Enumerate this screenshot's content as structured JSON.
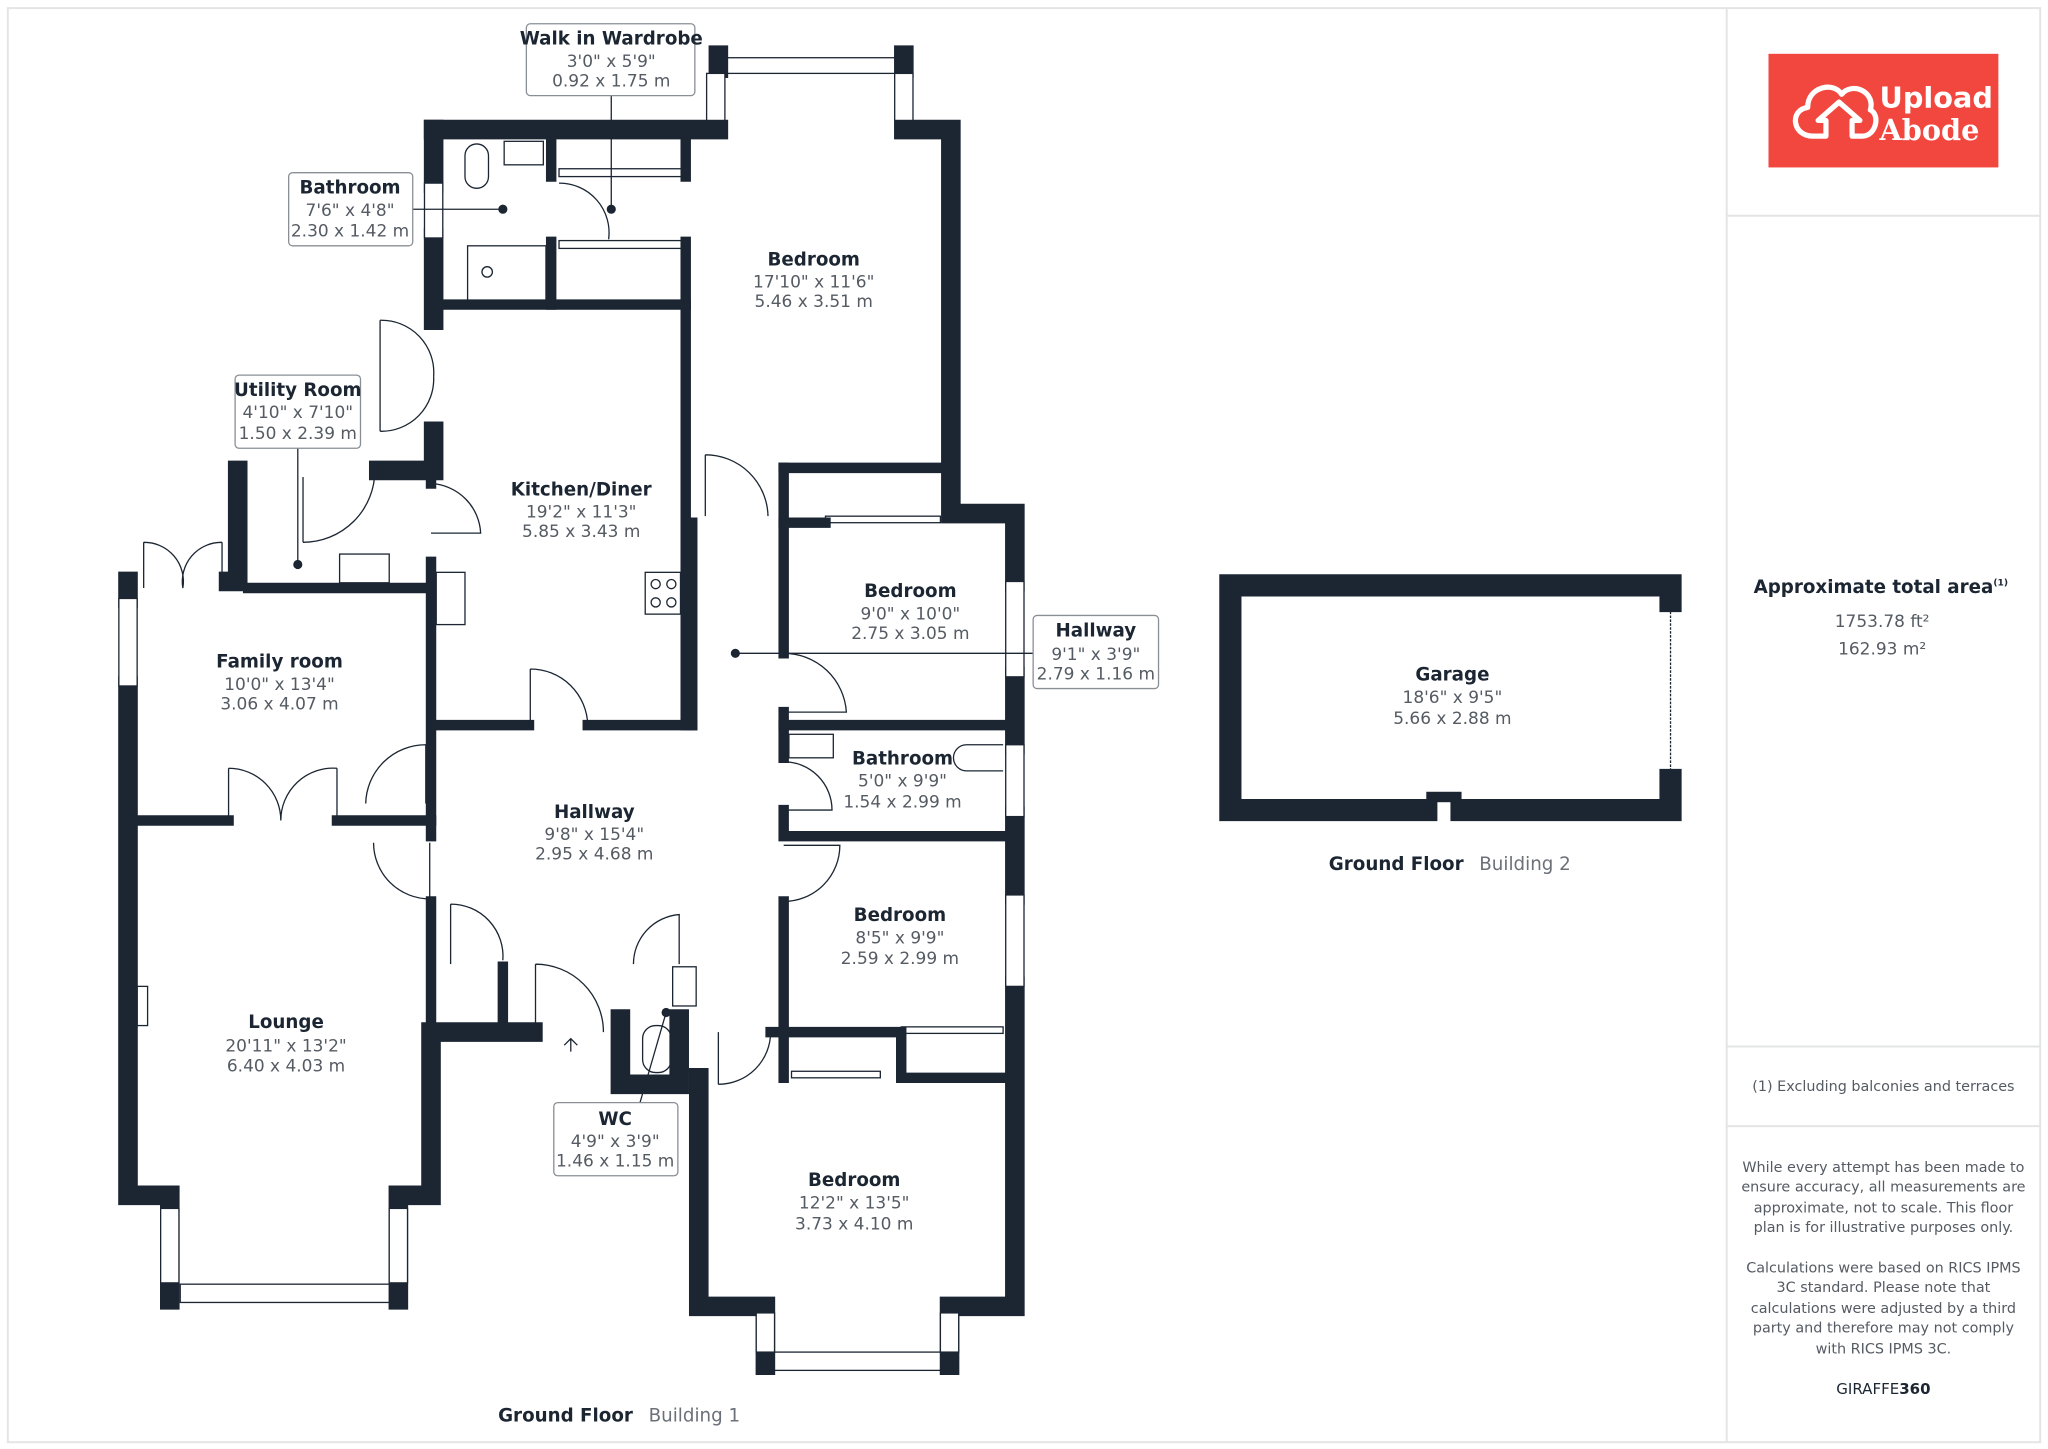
{
  "brand": {
    "line1": "Upload",
    "line2": "Abode",
    "color": "#f2473f"
  },
  "area": {
    "title": "Approximate total area",
    "note_mark": "(1)",
    "sqft": "1753.78 ft²",
    "sqm": "162.93 m²"
  },
  "footnote": "(1) Excluding balconies and terraces",
  "disclaimer": [
    "While every attempt has been made to",
    "ensure accuracy, all measurements are",
    "approximate, not to scale. This floor",
    "plan is for illustrative purposes only.",
    "Calculations were based on RICS IPMS",
    "3C standard. Please note that",
    "calculations were adjusted by a third",
    "party and therefore may not comply",
    "with RICS IPMS 3C."
  ],
  "credit": {
    "a": "GIRAFFE",
    "b": "360"
  },
  "rooms": [
    {
      "name": "Walk in Wardrobe",
      "imperial": "3'0\" x 5'9\"",
      "metric": "0.92 x 1.75 m"
    },
    {
      "name": "Bathroom",
      "imperial": "7'6\" x 4'8\"",
      "metric": "2.30 x 1.42 m"
    },
    {
      "name": "Bedroom",
      "imperial": "17'10\" x 11'6\"",
      "metric": "5.46 x 3.51 m"
    },
    {
      "name": "Utility Room",
      "imperial": "4'10\" x 7'10\"",
      "metric": "1.50 x 2.39 m"
    },
    {
      "name": "Kitchen/Diner",
      "imperial": "19'2\" x 11'3\"",
      "metric": "5.85 x 3.43 m"
    },
    {
      "name": "Bedroom",
      "imperial": "9'0\" x 10'0\"",
      "metric": "2.75 x 3.05 m"
    },
    {
      "name": "Hallway",
      "imperial": "9'1\" x 3'9\"",
      "metric": "2.79 x 1.16 m"
    },
    {
      "name": "Family room",
      "imperial": "10'0\" x 13'4\"",
      "metric": "3.06 x 4.07 m"
    },
    {
      "name": "Bathroom",
      "imperial": "5'0\" x 9'9\"",
      "metric": "1.54 x 2.99 m"
    },
    {
      "name": "Hallway",
      "imperial": "9'8\" x 15'4\"",
      "metric": "2.95 x 4.68 m"
    },
    {
      "name": "Bedroom",
      "imperial": "8'5\" x 9'9\"",
      "metric": "2.59 x 2.99 m"
    },
    {
      "name": "Lounge",
      "imperial": "20'11\" x 13'2\"",
      "metric": "6.40 x 4.03 m"
    },
    {
      "name": "WC",
      "imperial": "4'9\" x 3'9\"",
      "metric": "1.46 x 1.15 m"
    },
    {
      "name": "Bedroom",
      "imperial": "12'2\" x 13'5\"",
      "metric": "3.73 x 4.10 m"
    },
    {
      "name": "Garage",
      "imperial": "18'6\" x 9'5\"",
      "metric": "5.66 x 2.88 m"
    }
  ],
  "floors": [
    {
      "floor": "Ground Floor",
      "building": "Building 1"
    },
    {
      "floor": "Ground Floor",
      "building": "Building 2"
    }
  ]
}
